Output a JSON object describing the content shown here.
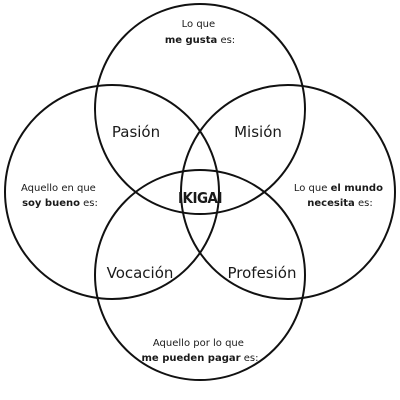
{
  "diagram": {
    "circles": {
      "top": {
        "line1": "Lo que",
        "line2_bold": "me gusta",
        "line2_rest": " es:"
      },
      "left": {
        "line1": "Aquello en que",
        "line2_bold": "soy bueno",
        "line2_rest": " es:"
      },
      "right": {
        "line1_pre": "Lo que ",
        "line1_bold": "el mundo",
        "line2_bold": "necesita",
        "line2_rest": " es:"
      },
      "bottom": {
        "line1": "Aquello por lo que",
        "line2_bold": "me pueden pagar",
        "line2_rest": " es:"
      }
    },
    "intersections": {
      "top_left": "Pasión",
      "top_right": "Misión",
      "bottom_left": "Vocación",
      "bottom_right": "Profesión",
      "center": "IKIGAI"
    },
    "stroke_color": "#111111",
    "background_color": "#ffffff"
  }
}
